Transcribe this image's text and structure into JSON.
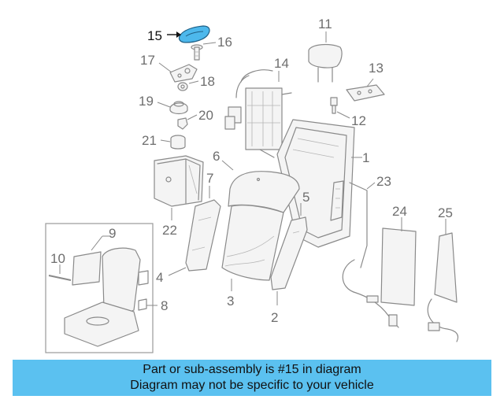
{
  "diagram": {
    "highlighted_part": "15",
    "highlight_color": "#4db8ec",
    "callouts": [
      "1",
      "2",
      "3",
      "4",
      "5",
      "6",
      "7",
      "8",
      "9",
      "10",
      "11",
      "12",
      "13",
      "14",
      "15",
      "16",
      "17",
      "18",
      "19",
      "20",
      "21",
      "22",
      "23",
      "24",
      "25"
    ]
  },
  "caption": {
    "line1": "Part or sub-assembly is #15 in diagram",
    "line2": "Diagram may not be specific to your vehicle",
    "background": "#5bc1f0"
  }
}
